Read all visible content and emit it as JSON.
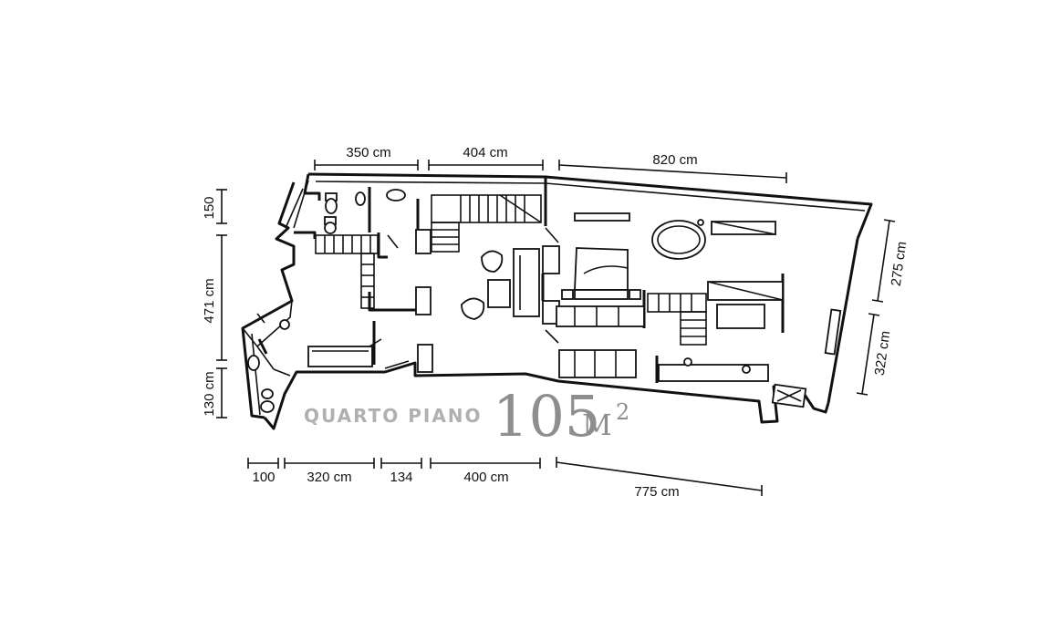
{
  "dimensions": {
    "top": [
      "350 cm",
      "404 cm",
      "820 cm"
    ],
    "left": [
      "150",
      "471 cm",
      "130 cm"
    ],
    "right": [
      "275 cm",
      "322 cm"
    ],
    "bottom": [
      "100",
      "320 cm",
      "134",
      "400 cm",
      "775 cm"
    ]
  },
  "floor_label": "QUARTO PIANO",
  "area": {
    "value": "105",
    "unit": "M",
    "exponent": "2"
  },
  "icons": [
    "stairs-icon",
    "bed-icon",
    "bathtub-icon",
    "sofa-icon",
    "armchair-icon",
    "table-icon",
    "toilet-icon",
    "sink-icon",
    "door-icon",
    "window-icon"
  ]
}
